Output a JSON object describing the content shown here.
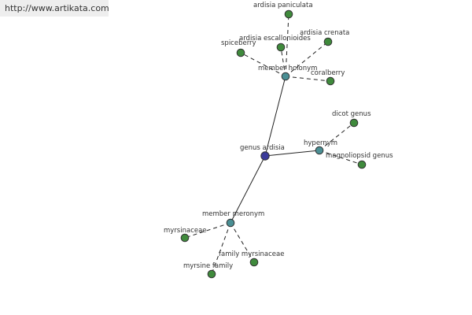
{
  "source_url": "http://www.artikata.com",
  "colors": {
    "root": "#3b3b9a",
    "relation": "#4a8f94",
    "leaf": "#3f8a3c"
  },
  "root": {
    "id": "root",
    "label": "genus ardisia",
    "kind": "root"
  },
  "relations": [
    {
      "id": "rel-holonym",
      "label": "member holonym",
      "kind": "relation"
    },
    {
      "id": "rel-hypernym",
      "label": "hypernym",
      "kind": "relation"
    },
    {
      "id": "rel-meronym",
      "label": "member meronym",
      "kind": "relation"
    }
  ],
  "leaves": [
    {
      "id": "leaf-paniculata",
      "label": "ardisia paniculata",
      "parent": "rel-holonym"
    },
    {
      "id": "leaf-crenata",
      "label": "ardisia crenata",
      "parent": "rel-holonym"
    },
    {
      "id": "leaf-escallonioides",
      "label": "ardisia escallonioides",
      "parent": "rel-holonym"
    },
    {
      "id": "leaf-spiceberry",
      "label": "spiceberry",
      "parent": "rel-holonym"
    },
    {
      "id": "leaf-coralberry",
      "label": "coralberry",
      "parent": "rel-holonym"
    },
    {
      "id": "leaf-dicot",
      "label": "dicot genus",
      "parent": "rel-hypernym"
    },
    {
      "id": "leaf-magnoliopsid",
      "label": "magnoliopsid genus",
      "parent": "rel-hypernym"
    },
    {
      "id": "leaf-myrsinaceae",
      "label": "myrsinaceae",
      "parent": "rel-meronym"
    },
    {
      "id": "leaf-family-myrsinaceae",
      "label": "family myrsinaceae",
      "parent": "rel-meronym"
    },
    {
      "id": "leaf-myrsine-family",
      "label": "myrsine family",
      "parent": "rel-meronym"
    }
  ]
}
